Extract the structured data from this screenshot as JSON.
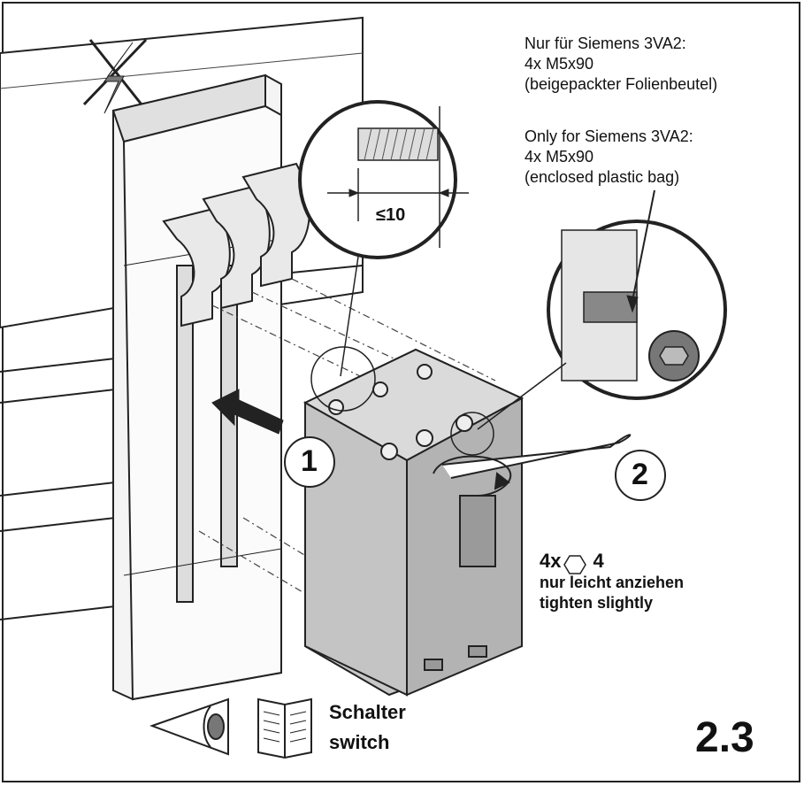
{
  "notes": {
    "de_lines": [
      "Nur für Siemens 3VA2:",
      "4x M5x90",
      "(beigepackter Folienbeutel)"
    ],
    "en_lines": [
      "Only for Siemens 3VA2:",
      "4x M5x90",
      "(enclosed plastic bag)"
    ]
  },
  "detail": {
    "dimension": "≤10"
  },
  "steps": {
    "step1": "1",
    "step2": "2"
  },
  "torque": {
    "count": "4x",
    "size": "4",
    "de": "nur leicht anziehen",
    "en": "tighten slightly"
  },
  "switch_label": {
    "de": "Schalter",
    "en": "switch"
  },
  "page_number": "2.3",
  "icons": [
    "no-voltage-icon",
    "eye-icon",
    "manual-book-icon",
    "hex-key-icon"
  ]
}
